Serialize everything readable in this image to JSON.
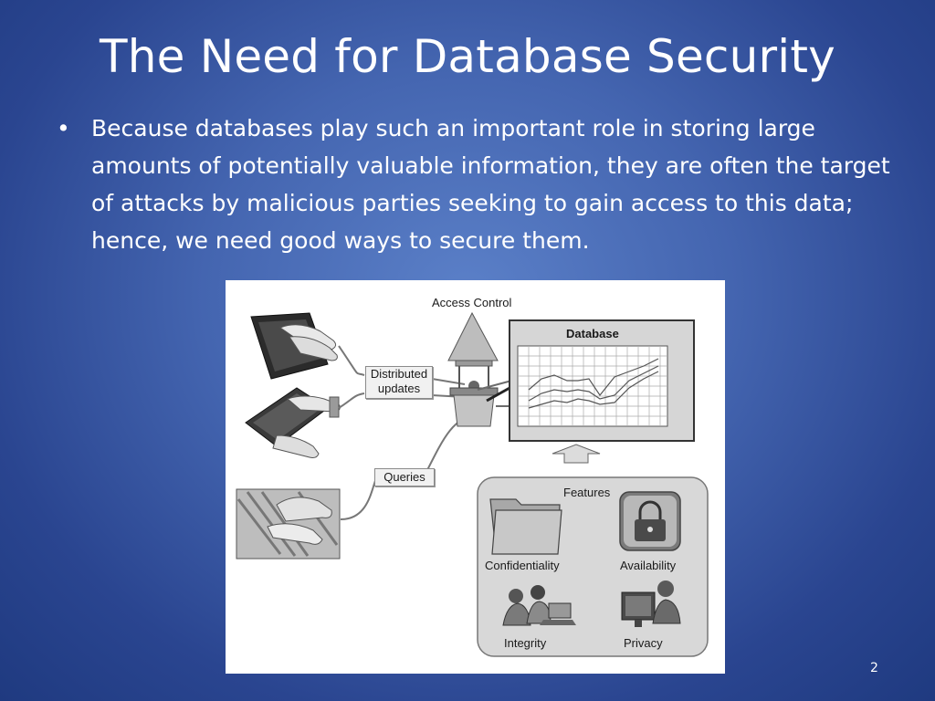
{
  "slide": {
    "title": "The Need for Database Security",
    "bullet_symbol": "•",
    "bullet_text": "Because databases play such an important role in storing large amounts of potentially valuable information, they are often the target of attacks by malicious parties seeking to gain access to this data; hence, we need good ways to secure them.",
    "page_number": "2"
  },
  "figure": {
    "access_control_label": "Access Control",
    "database_label": "Database",
    "distributed_updates_label": [
      "Distributed",
      "updates"
    ],
    "queries_label": "Queries",
    "features_label": "Features",
    "feature_labels": {
      "confidentiality": "Confidentiality",
      "availability": "Availability",
      "integrity": "Integrity",
      "privacy": "Privacy"
    }
  }
}
